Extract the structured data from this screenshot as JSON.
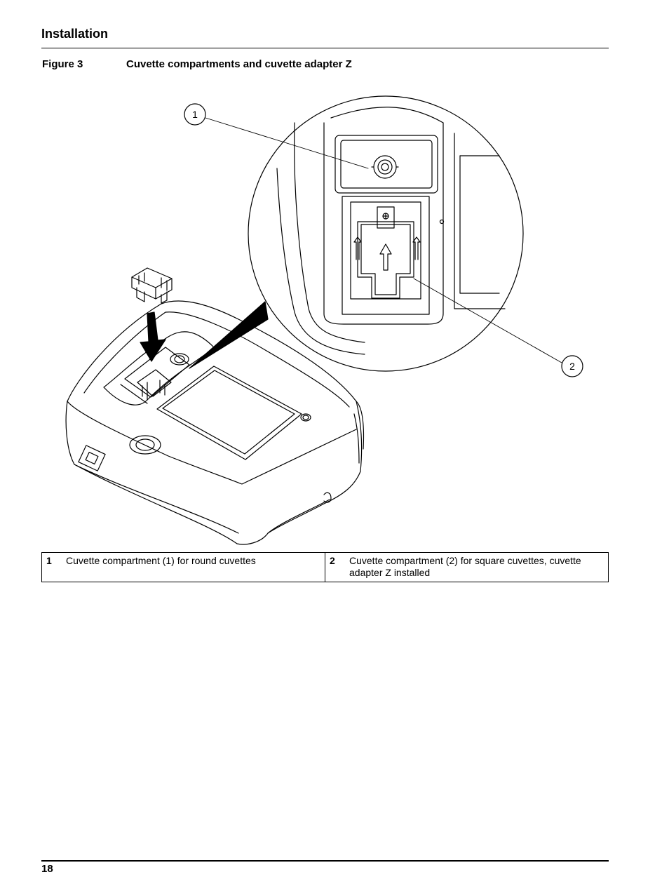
{
  "header": {
    "section_title": "Installation"
  },
  "figure": {
    "number": "Figure 3",
    "title": "Cuvette compartments and cuvette adapter Z",
    "callouts": [
      "1",
      "2"
    ]
  },
  "legend": [
    {
      "num": "1",
      "text": "Cuvette compartment (1) for round cuvettes"
    },
    {
      "num": "2",
      "text": "Cuvette compartment (2) for square cuvettes, cuvette adapter Z installed"
    }
  ],
  "footer": {
    "page_number": "18"
  }
}
